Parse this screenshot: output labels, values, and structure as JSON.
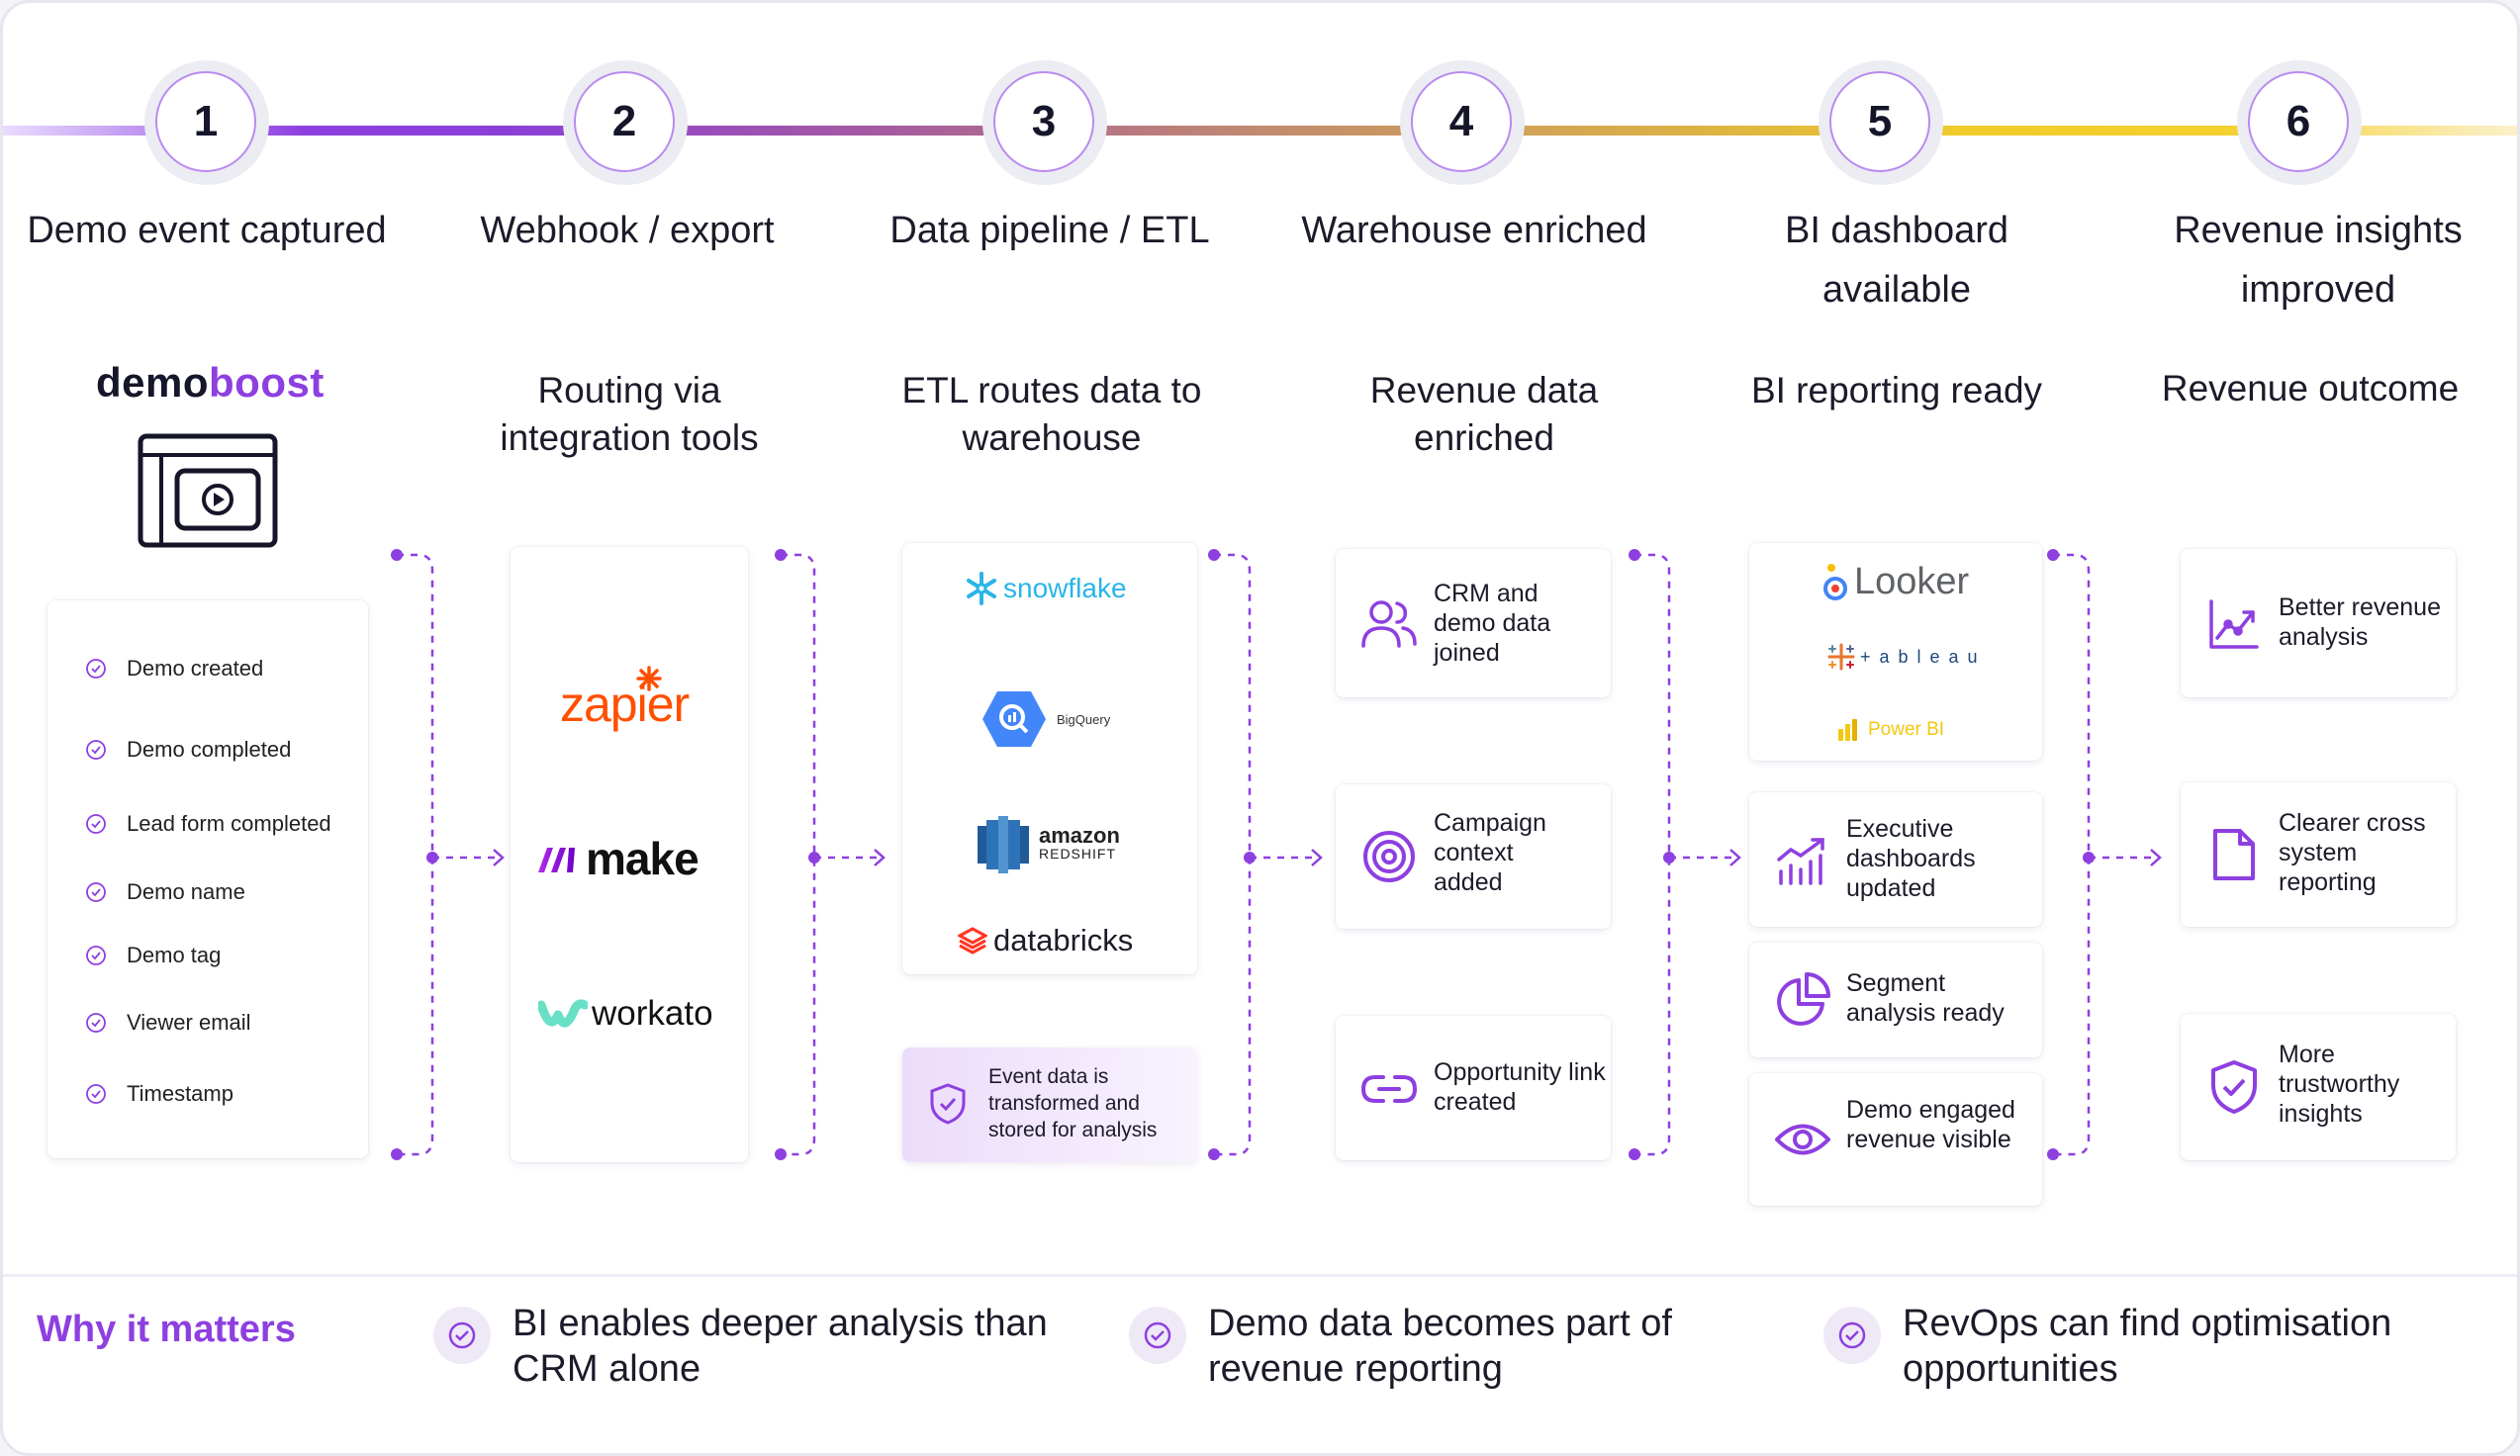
{
  "steps": [
    {
      "number": "1",
      "title": "Demo event captured",
      "subtitle": ""
    },
    {
      "number": "2",
      "title": "Webhook / export",
      "subtitle": "Routing via integration tools"
    },
    {
      "number": "3",
      "title": "Data pipeline / ETL",
      "subtitle": "ETL routes data to warehouse"
    },
    {
      "number": "4",
      "title": "Warehouse enriched",
      "subtitle": "Revenue data enriched"
    },
    {
      "number": "5",
      "title": "BI dashboard available",
      "subtitle": "BI reporting ready"
    },
    {
      "number": "6",
      "title": "Revenue insights improved",
      "subtitle": "Revenue outcome"
    }
  ],
  "demoboost": {
    "logo_part1": "demo",
    "logo_part2": "boost"
  },
  "demo_fields": [
    "Demo created",
    "Demo completed",
    "Lead form completed",
    "Demo name",
    "Demo tag",
    "Viewer email",
    "Timestamp"
  ],
  "integration_tools": {
    "zapier": "zapier",
    "make": "make",
    "workato": "workato"
  },
  "etl_tools": {
    "snowflake": "snowflake",
    "bigquery": "BigQuery",
    "amazon": "amazon",
    "redshift": "REDSHIFT",
    "databricks": "databricks"
  },
  "etl_note": "Event data is transformed and stored for analysis",
  "warehouse_cards": [
    "CRM and demo data joined",
    "Campaign context added",
    "Opportunity link created"
  ],
  "bi_tools": {
    "looker": "Looker",
    "tableau": "+ a b l e a u",
    "powerbi": "Power BI"
  },
  "bi_cards": [
    "Executive dashboards updated",
    "Segment analysis ready",
    "Demo engaged revenue visible"
  ],
  "outcome_cards": [
    "Better revenue analysis",
    "Clearer cross system reporting",
    "More trustworthy insights"
  ],
  "why": {
    "label": "Why it matters",
    "items": [
      "BI enables deeper analysis than CRM alone",
      "Demo data becomes part of revenue reporting",
      "RevOps can find optimisation opportunities"
    ]
  },
  "colors": {
    "accent": "#8e3fe0",
    "zapier": "#ff4f00",
    "snowflake": "#29b5e8",
    "bigquery": "#4386fa",
    "redshift": "#205b98",
    "databricks": "#ff3621",
    "powerbi": "#f2c811",
    "workato": "#67e0c6"
  }
}
